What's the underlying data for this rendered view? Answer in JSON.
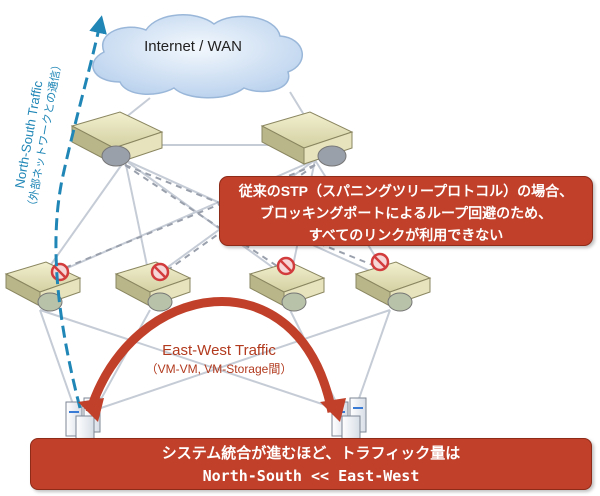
{
  "cloud": {
    "label": "Internet / WAN"
  },
  "north_south": {
    "title": "North-South Traffic",
    "subtitle": "（外部ネットワークとの通信）"
  },
  "callout": {
    "line1": "従来のSTP（スパニングツリープロトコル）の場合、",
    "line2": "ブロッキングポートによるループ回避のため、",
    "line3": "すべてのリンクが利用できない"
  },
  "east_west": {
    "title": "East-West Traffic",
    "subtitle": "（VM-VM, VM-Storage間）"
  },
  "bottom": {
    "line1": "システム統合が進むほど、トラフィック量は",
    "line2": "North-South << East-West"
  },
  "colors": {
    "callout_bg": "#c0402a",
    "arrow_red": "#c0402a",
    "ns_blue": "#1f86b6",
    "cloud": "#c9ddf2"
  },
  "icons": [
    "cloud-icon",
    "core-switch-icon",
    "access-switch-icon",
    "blocked-port-icon",
    "server-rack-icon"
  ]
}
